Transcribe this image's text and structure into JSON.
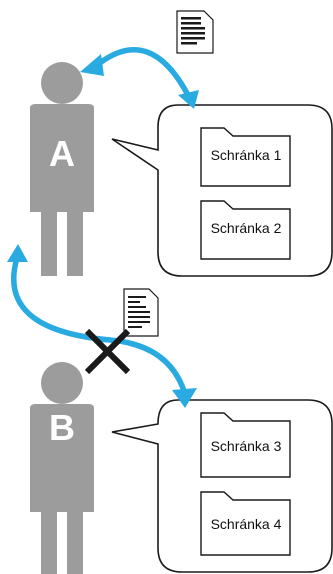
{
  "users": [
    {
      "letter": "A"
    },
    {
      "letter": "B"
    }
  ],
  "folders": [
    {
      "label": "Schránka 1"
    },
    {
      "label": "Schránka 2"
    },
    {
      "label": "Schránka 3"
    },
    {
      "label": "Schránka 4"
    }
  ],
  "icons": {
    "document": "document-icon",
    "person": "person-icon",
    "folder": "folder-icon",
    "blocked": "cross-icon"
  },
  "colors": {
    "arrow": "#29abe2",
    "person": "#9c9c9c",
    "outline": "#1a1a1a"
  }
}
